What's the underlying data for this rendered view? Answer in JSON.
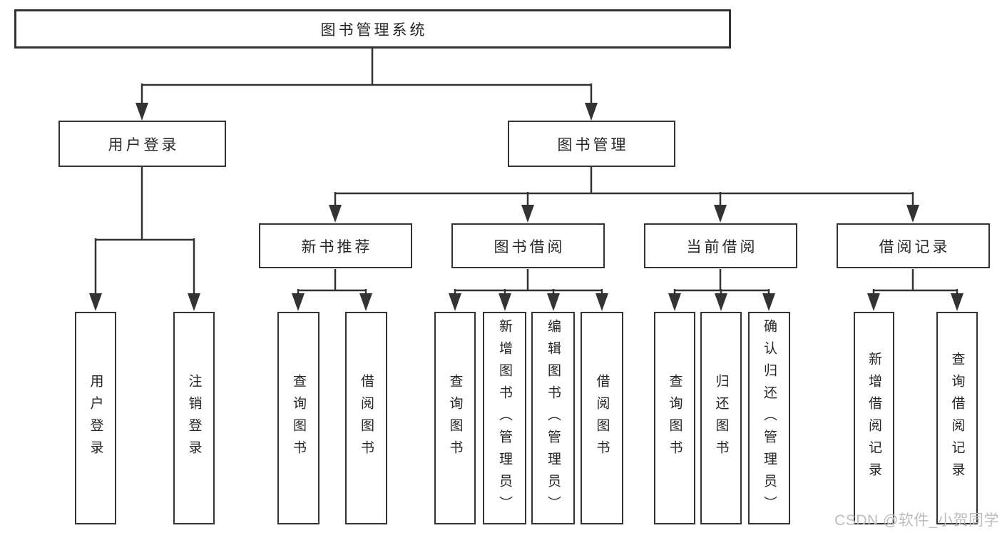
{
  "diagram": {
    "title": "图书管理系统",
    "user_login": {
      "label": "用户登录",
      "children": [
        "用户登录",
        "注销登录"
      ]
    },
    "book_mgmt": {
      "label": "图书管理",
      "sections": [
        {
          "label": "新书推荐",
          "children": [
            "查询图书",
            "借阅图书"
          ]
        },
        {
          "label": "图书借阅",
          "children": [
            "查询图书",
            "新增图书（管理员）",
            "编辑图书（管理员）",
            "借阅图书"
          ]
        },
        {
          "label": "当前借阅",
          "children": [
            "查询图书",
            "归还图书",
            "确认归还（管理员）"
          ]
        },
        {
          "label": "借阅记录",
          "children": [
            "新增借阅记录",
            "查询借阅记录"
          ]
        }
      ]
    },
    "colors": {
      "line": "#333333",
      "text": "#262626",
      "box_bg": "#ffffff",
      "watermark": "#bdbdbd"
    },
    "watermark": "CSDN @软件_小贺同学"
  }
}
